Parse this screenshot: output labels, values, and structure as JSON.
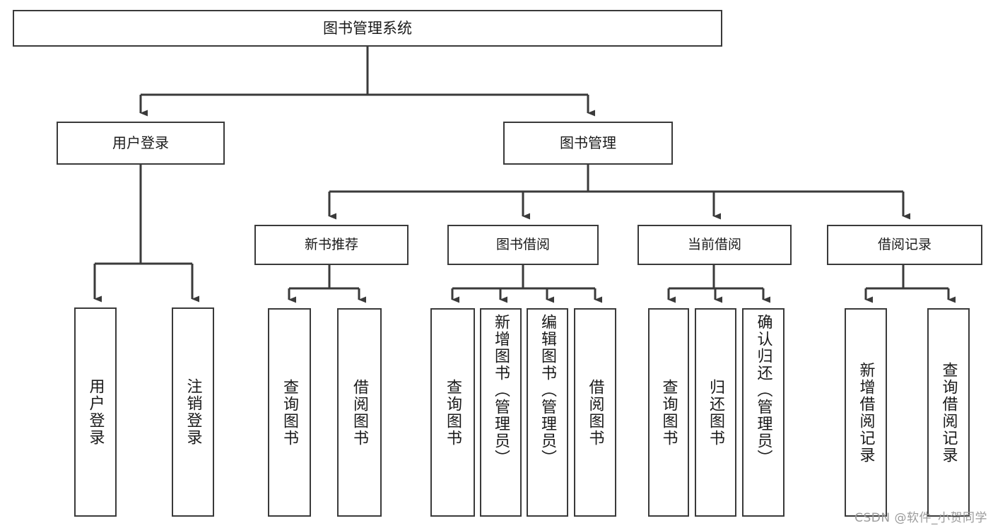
{
  "diagram": {
    "title_node": {
      "label": "图书管理系统"
    },
    "level1": [
      {
        "id": "user-login",
        "label": "用户登录"
      },
      {
        "id": "book-management",
        "label": "图书管理"
      }
    ],
    "level2": [
      {
        "id": "new-book-recommend",
        "label": "新书推荐"
      },
      {
        "id": "book-borrow",
        "label": "图书借阅"
      },
      {
        "id": "current-borrow",
        "label": "当前借阅"
      },
      {
        "id": "borrow-record",
        "label": "借阅记录"
      }
    ],
    "leaves": {
      "user_login": [
        {
          "id": "leaf-user-login",
          "label": "用户登录"
        },
        {
          "id": "leaf-logout-login",
          "label": "注销登录"
        }
      ],
      "new_book_recommend": [
        {
          "id": "leaf-query-book-1",
          "label": "查询图书"
        },
        {
          "id": "leaf-borrow-book-1",
          "label": "借阅图书"
        }
      ],
      "book_borrow": [
        {
          "id": "leaf-query-book-2",
          "label": "查询图书"
        },
        {
          "id": "leaf-add-book",
          "label": "新增图书（管理员）"
        },
        {
          "id": "leaf-edit-book",
          "label": "编辑图书（管理员）"
        },
        {
          "id": "leaf-borrow-book-2",
          "label": "借阅图书"
        }
      ],
      "current_borrow": [
        {
          "id": "leaf-query-book-3",
          "label": "查询图书"
        },
        {
          "id": "leaf-return-book",
          "label": "归还图书"
        },
        {
          "id": "leaf-confirm-return",
          "label": "确认归还（管理员）"
        }
      ],
      "borrow_record": [
        {
          "id": "leaf-add-record",
          "label": "新增借阅记录"
        },
        {
          "id": "leaf-query-record",
          "label": "查询借阅记录"
        }
      ]
    },
    "watermark": "CSDN @软件_小贺同学",
    "colors": {
      "stroke": "#3a3a3a",
      "fill": "#ffffff",
      "text": "#1a1a1a",
      "watermark": "#9b9b9b"
    }
  }
}
